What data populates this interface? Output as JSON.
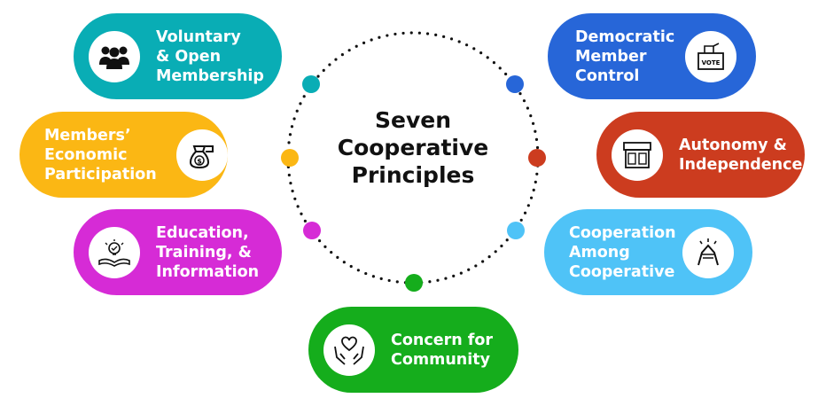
{
  "title": "Seven\nCooperative\nPrinciples",
  "principles": [
    {
      "label": "Voluntary\n& Open\nMembership",
      "icon": "people-icon",
      "color": "#09adb5"
    },
    {
      "label": "Members’\nEconomic\nParticipation",
      "icon": "money-bag-icon",
      "color": "#fbb714"
    },
    {
      "label": "Education,\nTraining, &\nInformation",
      "icon": "book-lightbulb-icon",
      "color": "#d62bd6"
    },
    {
      "label": "Concern for\nCommunity",
      "icon": "heart-hands-icon",
      "color": "#15ad1c"
    },
    {
      "label": "Democratic\nMember\nControl",
      "icon": "ballot-box-icon",
      "color": "#2766d8"
    },
    {
      "label": "Autonomy &\nIndependence",
      "icon": "storefront-icon",
      "color": "#cc3c1f"
    },
    {
      "label": "Cooperation\nAmong\nCooperative",
      "icon": "handshake-icon",
      "color": "#4fc3f7"
    }
  ],
  "vote_label": "VOTE"
}
